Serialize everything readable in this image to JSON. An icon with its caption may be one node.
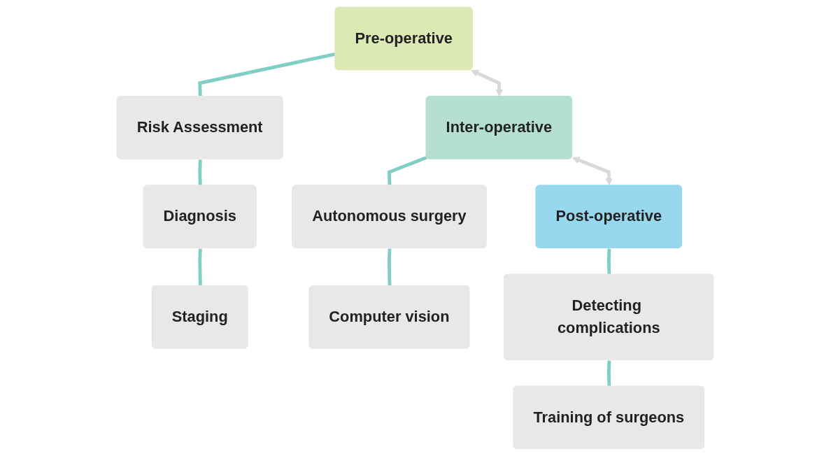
{
  "diagram": {
    "nodes": [
      {
        "text": [
          "Pre-operative"
        ]
      },
      {
        "text": [
          "Inter-operative"
        ]
      },
      {
        "text": [
          "Post-operative"
        ]
      },
      {
        "text": [
          "Risk Assessment"
        ]
      },
      {
        "text": [
          "Diagnosis"
        ]
      },
      {
        "text": [
          "Staging"
        ]
      },
      {
        "text": [
          "Autonomous surgery"
        ]
      },
      {
        "text": [
          "Computer vision"
        ]
      },
      {
        "text": [
          "Detecting complications"
        ]
      },
      {
        "text": [
          "Training of surgeons"
        ]
      }
    ],
    "edges": [
      {
        "from": 0,
        "to": 1,
        "arrow": "both",
        "color": "#d9d9d9"
      },
      {
        "from": 1,
        "to": 2,
        "arrow": "both",
        "color": "#d9d9d9"
      },
      {
        "from": 0,
        "to": 3,
        "arrow": "none"
      },
      {
        "from": 3,
        "to": 4,
        "arrow": "none"
      },
      {
        "from": 4,
        "to": 5,
        "arrow": "none"
      },
      {
        "from": 1,
        "to": 6,
        "arrow": "none"
      },
      {
        "from": 6,
        "to": 7,
        "arrow": "none"
      },
      {
        "from": 2,
        "to": 8,
        "arrow": "none"
      },
      {
        "from": 8,
        "to": 9,
        "arrow": "none"
      }
    ]
  }
}
